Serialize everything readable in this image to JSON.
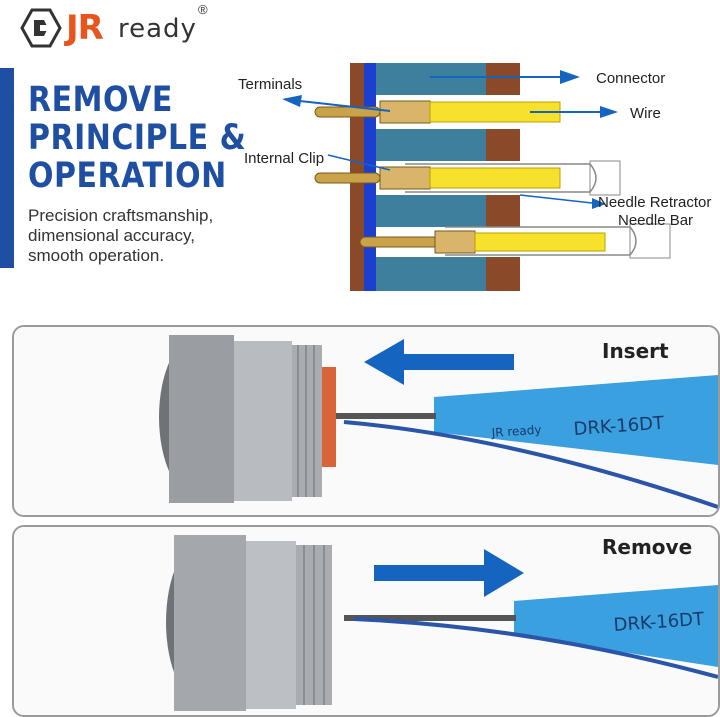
{
  "brand": {
    "logo_text": "JR",
    "logo_suffix": "ready",
    "registered_mark": "®"
  },
  "headline": {
    "line1": "REMOVE",
    "line2": "PRINCIPLE &",
    "line3": "OPERATION"
  },
  "description": {
    "line1": "Precision craftsmanship,",
    "line2": "dimensional accuracy,",
    "line3": "smooth operation."
  },
  "diagram": {
    "labels": {
      "terminals": "Terminals",
      "connector": "Connector",
      "wire": "Wire",
      "internal_clip": "Internal Clip",
      "needle_retractor": "Needle Retractor",
      "needle_bar": "Needle Bar"
    }
  },
  "photos": {
    "insert": {
      "label": "Insert",
      "tool_text": "DRK-16DT",
      "tool_brand": "JR ready"
    },
    "remove": {
      "label": "Remove",
      "tool_text": "DRK-16DT"
    }
  },
  "colors": {
    "brand_blue": "#1f4fa3",
    "logo_orange": "#e8541c",
    "arrow_blue": "#1565c0",
    "tool_blue": "#3aa0e0",
    "connector_teal": "#3f7f9e",
    "wire_yellow": "#f7e12b",
    "housing_brown": "#8a4a2a"
  }
}
